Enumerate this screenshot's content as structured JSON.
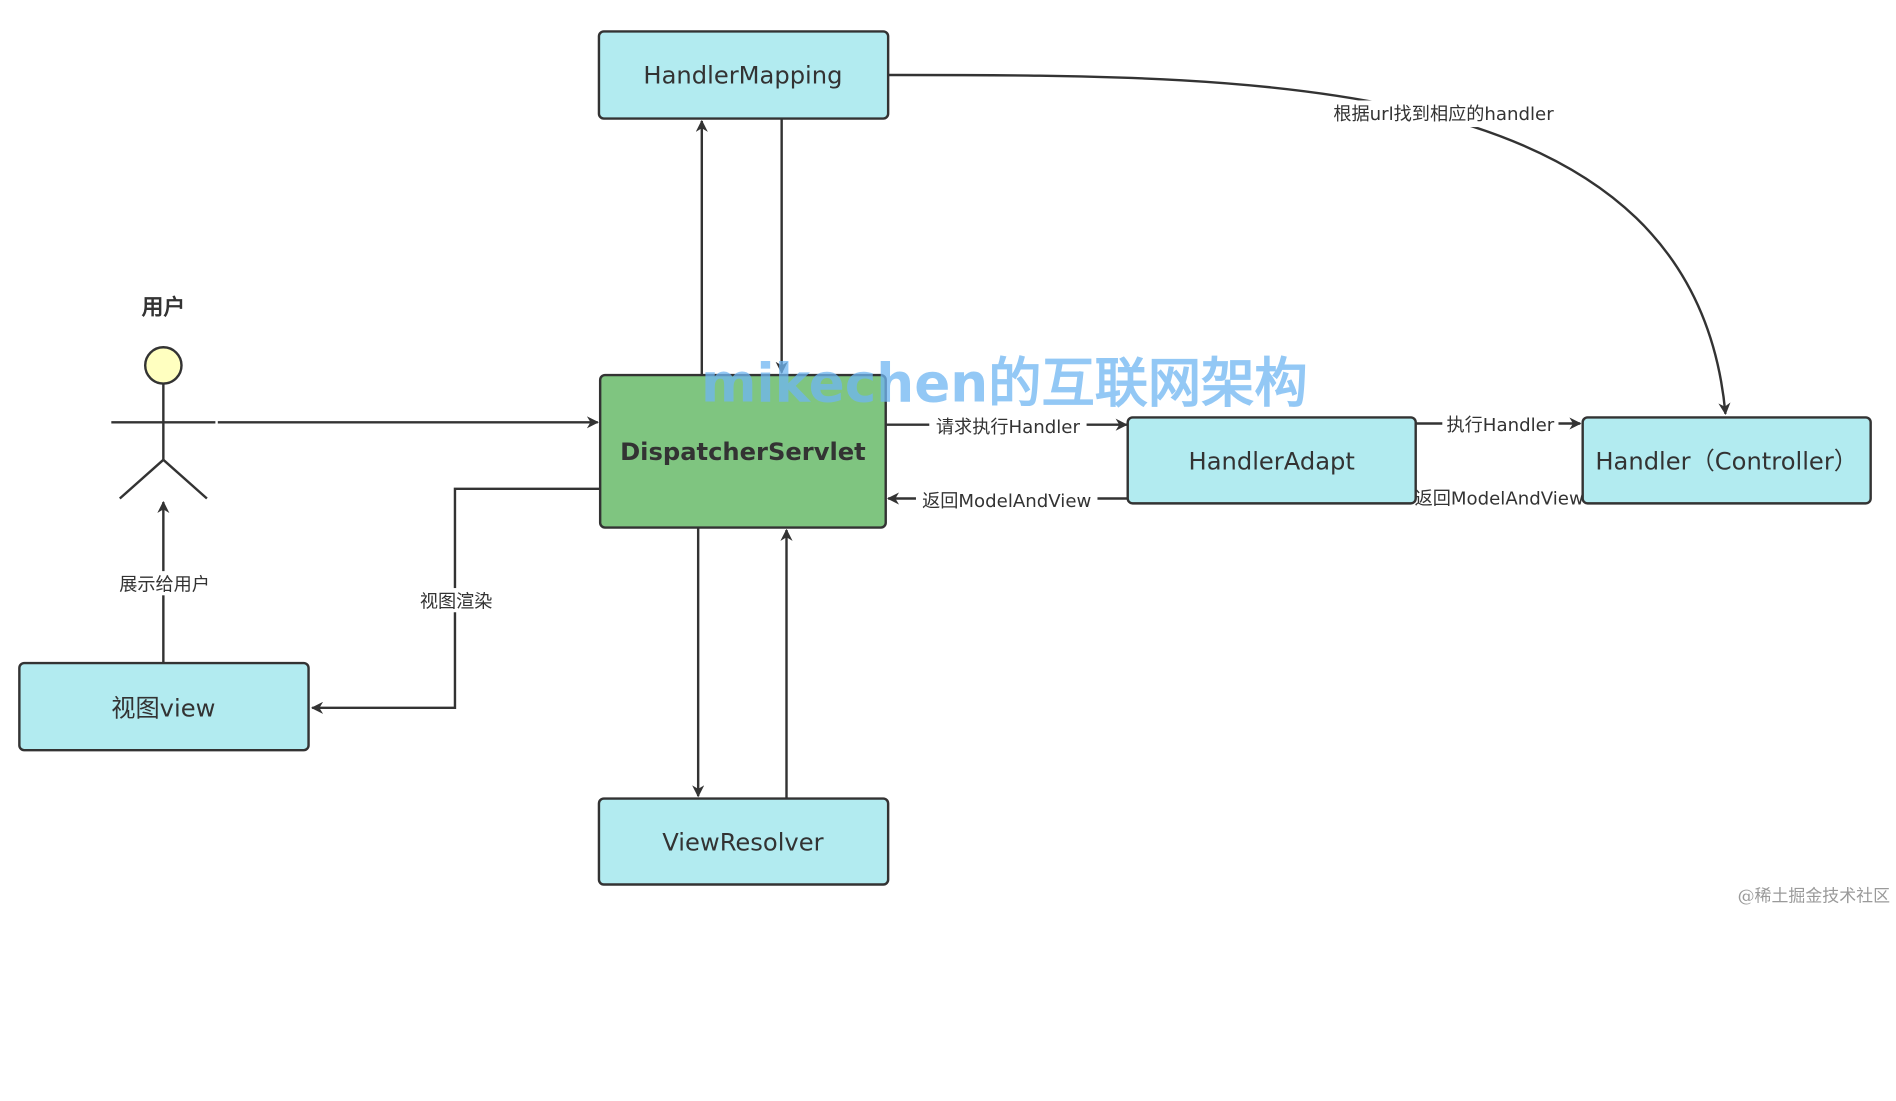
{
  "colors": {
    "box_fill": "#b2ebf0",
    "center_fill": "#7fc580",
    "actor_head_fill": "#ffffc0",
    "stroke": "#333333",
    "watermark": "#6fb6f2"
  },
  "actor": {
    "label": "用户"
  },
  "nodes": {
    "handler_mapping": "HandlerMapping",
    "dispatcher_servlet": "DispatcherServlet",
    "handler_adapt": "HandlerAdapt",
    "handler_controller": "Handler（Controller）",
    "view_resolver": "ViewResolver",
    "view": "视图view"
  },
  "edge_labels": {
    "find_handler": "根据url找到相应的handler",
    "request_execute": "请求执行Handler",
    "execute_handler": "执行Handler",
    "return_mav_adapter": "返回ModelAndView",
    "return_mav_handler": "返回ModelAndView",
    "render_view": "视图渲染",
    "show_user": "展示给用户"
  },
  "watermark": "mikechen的互联网架构",
  "credit": "@稀土掘金技术社区"
}
